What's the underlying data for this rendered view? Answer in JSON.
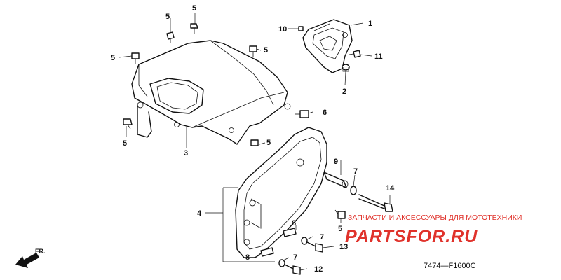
{
  "diagram": {
    "callouts": {
      "c1": "1",
      "c2": "2",
      "c3": "3",
      "c4": "4",
      "c5a": "5",
      "c5b": "5",
      "c5c": "5",
      "c5d": "5",
      "c5e": "5",
      "c5f": "5",
      "c5g": "5",
      "c6": "6",
      "c7a": "7",
      "c7b": "7",
      "c7c": "7",
      "c8a": "8",
      "c8b": "8",
      "c9": "9",
      "c10": "10",
      "c11": "11",
      "c12": "12",
      "c13": "13",
      "c14": "14"
    },
    "direction_label": "FR.",
    "diagram_code": "7474—F1600C"
  },
  "watermark": {
    "subtitle": "ЗАПЧАСТИ И АКСЕССУАРЫ ДЛЯ МОТОТЕХНИКИ",
    "brand": "PARTSFOR.RU"
  }
}
